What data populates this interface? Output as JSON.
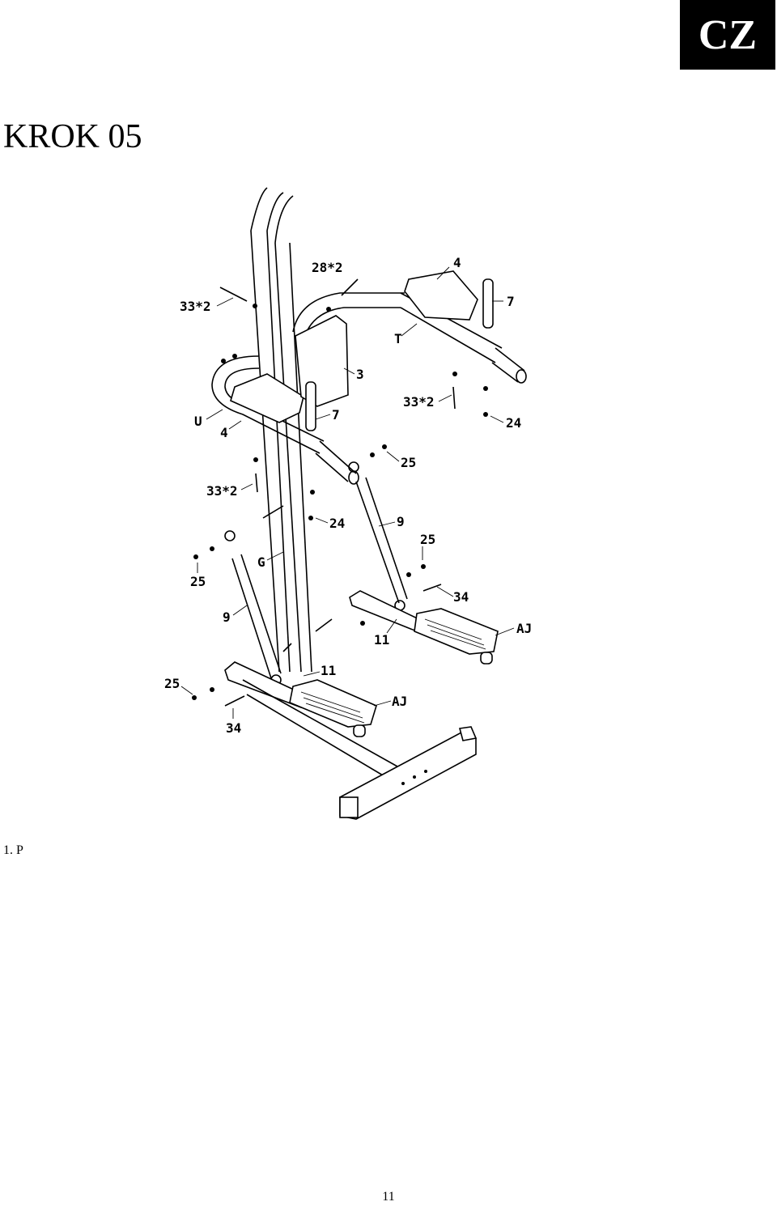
{
  "header": {
    "lang_badge": "CZ"
  },
  "title": "KROK 05",
  "diagram": {
    "part_labels": {
      "screws_28_top": "28*2",
      "pad_4_right": "4",
      "handle_7_right": "7",
      "screws_33_left": "33*2",
      "frame_T": "T",
      "backrest_3": "3",
      "screws_33_right": "33*2",
      "nut_24_right": "24",
      "frame_U": "U",
      "pad_4_left": "4",
      "handle_7_left": "7",
      "nut_25_upper": "25",
      "screws_33_lower": "33*2",
      "nut_24_mid": "24",
      "cylinder_9_right": "9",
      "nut_25_right": "25",
      "frame_G": "G",
      "nut_25_left": "25",
      "bolt_34_right": "34",
      "cylinder_9_left": "9",
      "pedal_AJ_right": "AJ",
      "arm_11_right": "11",
      "arm_11_left": "11",
      "nut_25_bottom": "25",
      "pedal_AJ_left": "AJ",
      "bolt_34_left": "34"
    }
  },
  "body_text": "1. P",
  "footer": {
    "page_number": "11"
  }
}
